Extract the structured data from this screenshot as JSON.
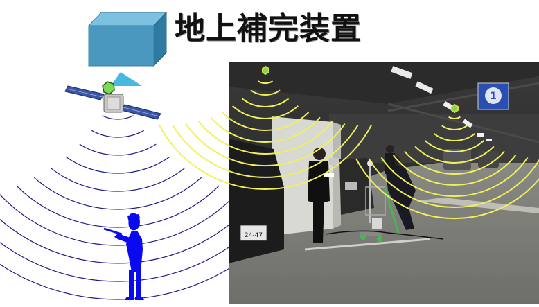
{
  "title": "地上補完装置",
  "colors": {
    "cube_front": "#4a98c0",
    "cube_top": "#7cc1e0",
    "cube_side": "#2f7aa2",
    "satellite_panel": "#3b56a8",
    "satellite_marker": "#7ed957",
    "left_waves": "#1e1e8a",
    "photo_waves": "#f2f05a",
    "person": "#0a0af0",
    "photo_background": "#2a2a2a"
  },
  "icons": {
    "ground_device": "cube-icon",
    "satellite": "satellite-icon",
    "person": "person-with-receiver-icon",
    "transmitter": "transmitter-marker-icon"
  },
  "photo": {
    "sign_number": "1",
    "license_plate": "24-47"
  }
}
